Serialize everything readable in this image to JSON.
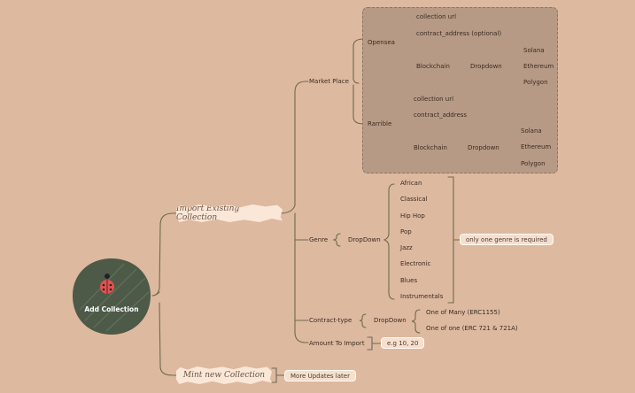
{
  "root": {
    "label": "Add Collection",
    "icon": "ladybug-icon"
  },
  "branches": {
    "import_existing": "Import Existing Collection",
    "mint_new": "Mint new Collection",
    "mint_note": "More Updates later"
  },
  "import": {
    "market_place": "Market Place",
    "opensea": {
      "label": "Opensea",
      "collection_url": "collection url",
      "contract_address": "contract_address (optional)",
      "blockchain": "Blockchain",
      "dropdown": "Dropdown",
      "options": [
        "Solana",
        "Ethereum",
        "Polygon"
      ]
    },
    "rarrible": {
      "label": "Rarrible",
      "collection_url": "collection url",
      "contract_address": "contract_address",
      "blockchain": "Blockchain",
      "dropdown": "Dropdown",
      "options": [
        "Solana",
        "Ethereum",
        "Polygon"
      ]
    },
    "genre": {
      "label": "Genre",
      "dropdown": "DropDown",
      "options": [
        "African",
        "Classical",
        "Hip Hop",
        "Pop",
        "Jazz",
        "Electronic",
        "Blues",
        "Instrumentals"
      ],
      "note": "only one genre is required"
    },
    "contract_type": {
      "label": "Contract-type",
      "dropdown": "DropDown",
      "options": [
        "One of Many (ERC1155)",
        "One of one (ERC 721 & 721A)"
      ]
    },
    "amount": {
      "label": "Amount To Import",
      "note": "e.g 10, 20"
    }
  },
  "colors": {
    "background": "#ddb9a0",
    "panel": "#b69a85",
    "line": "#6f6a4c",
    "root_circle": "#4d5a48",
    "label_fill": "#fbe7d7"
  }
}
